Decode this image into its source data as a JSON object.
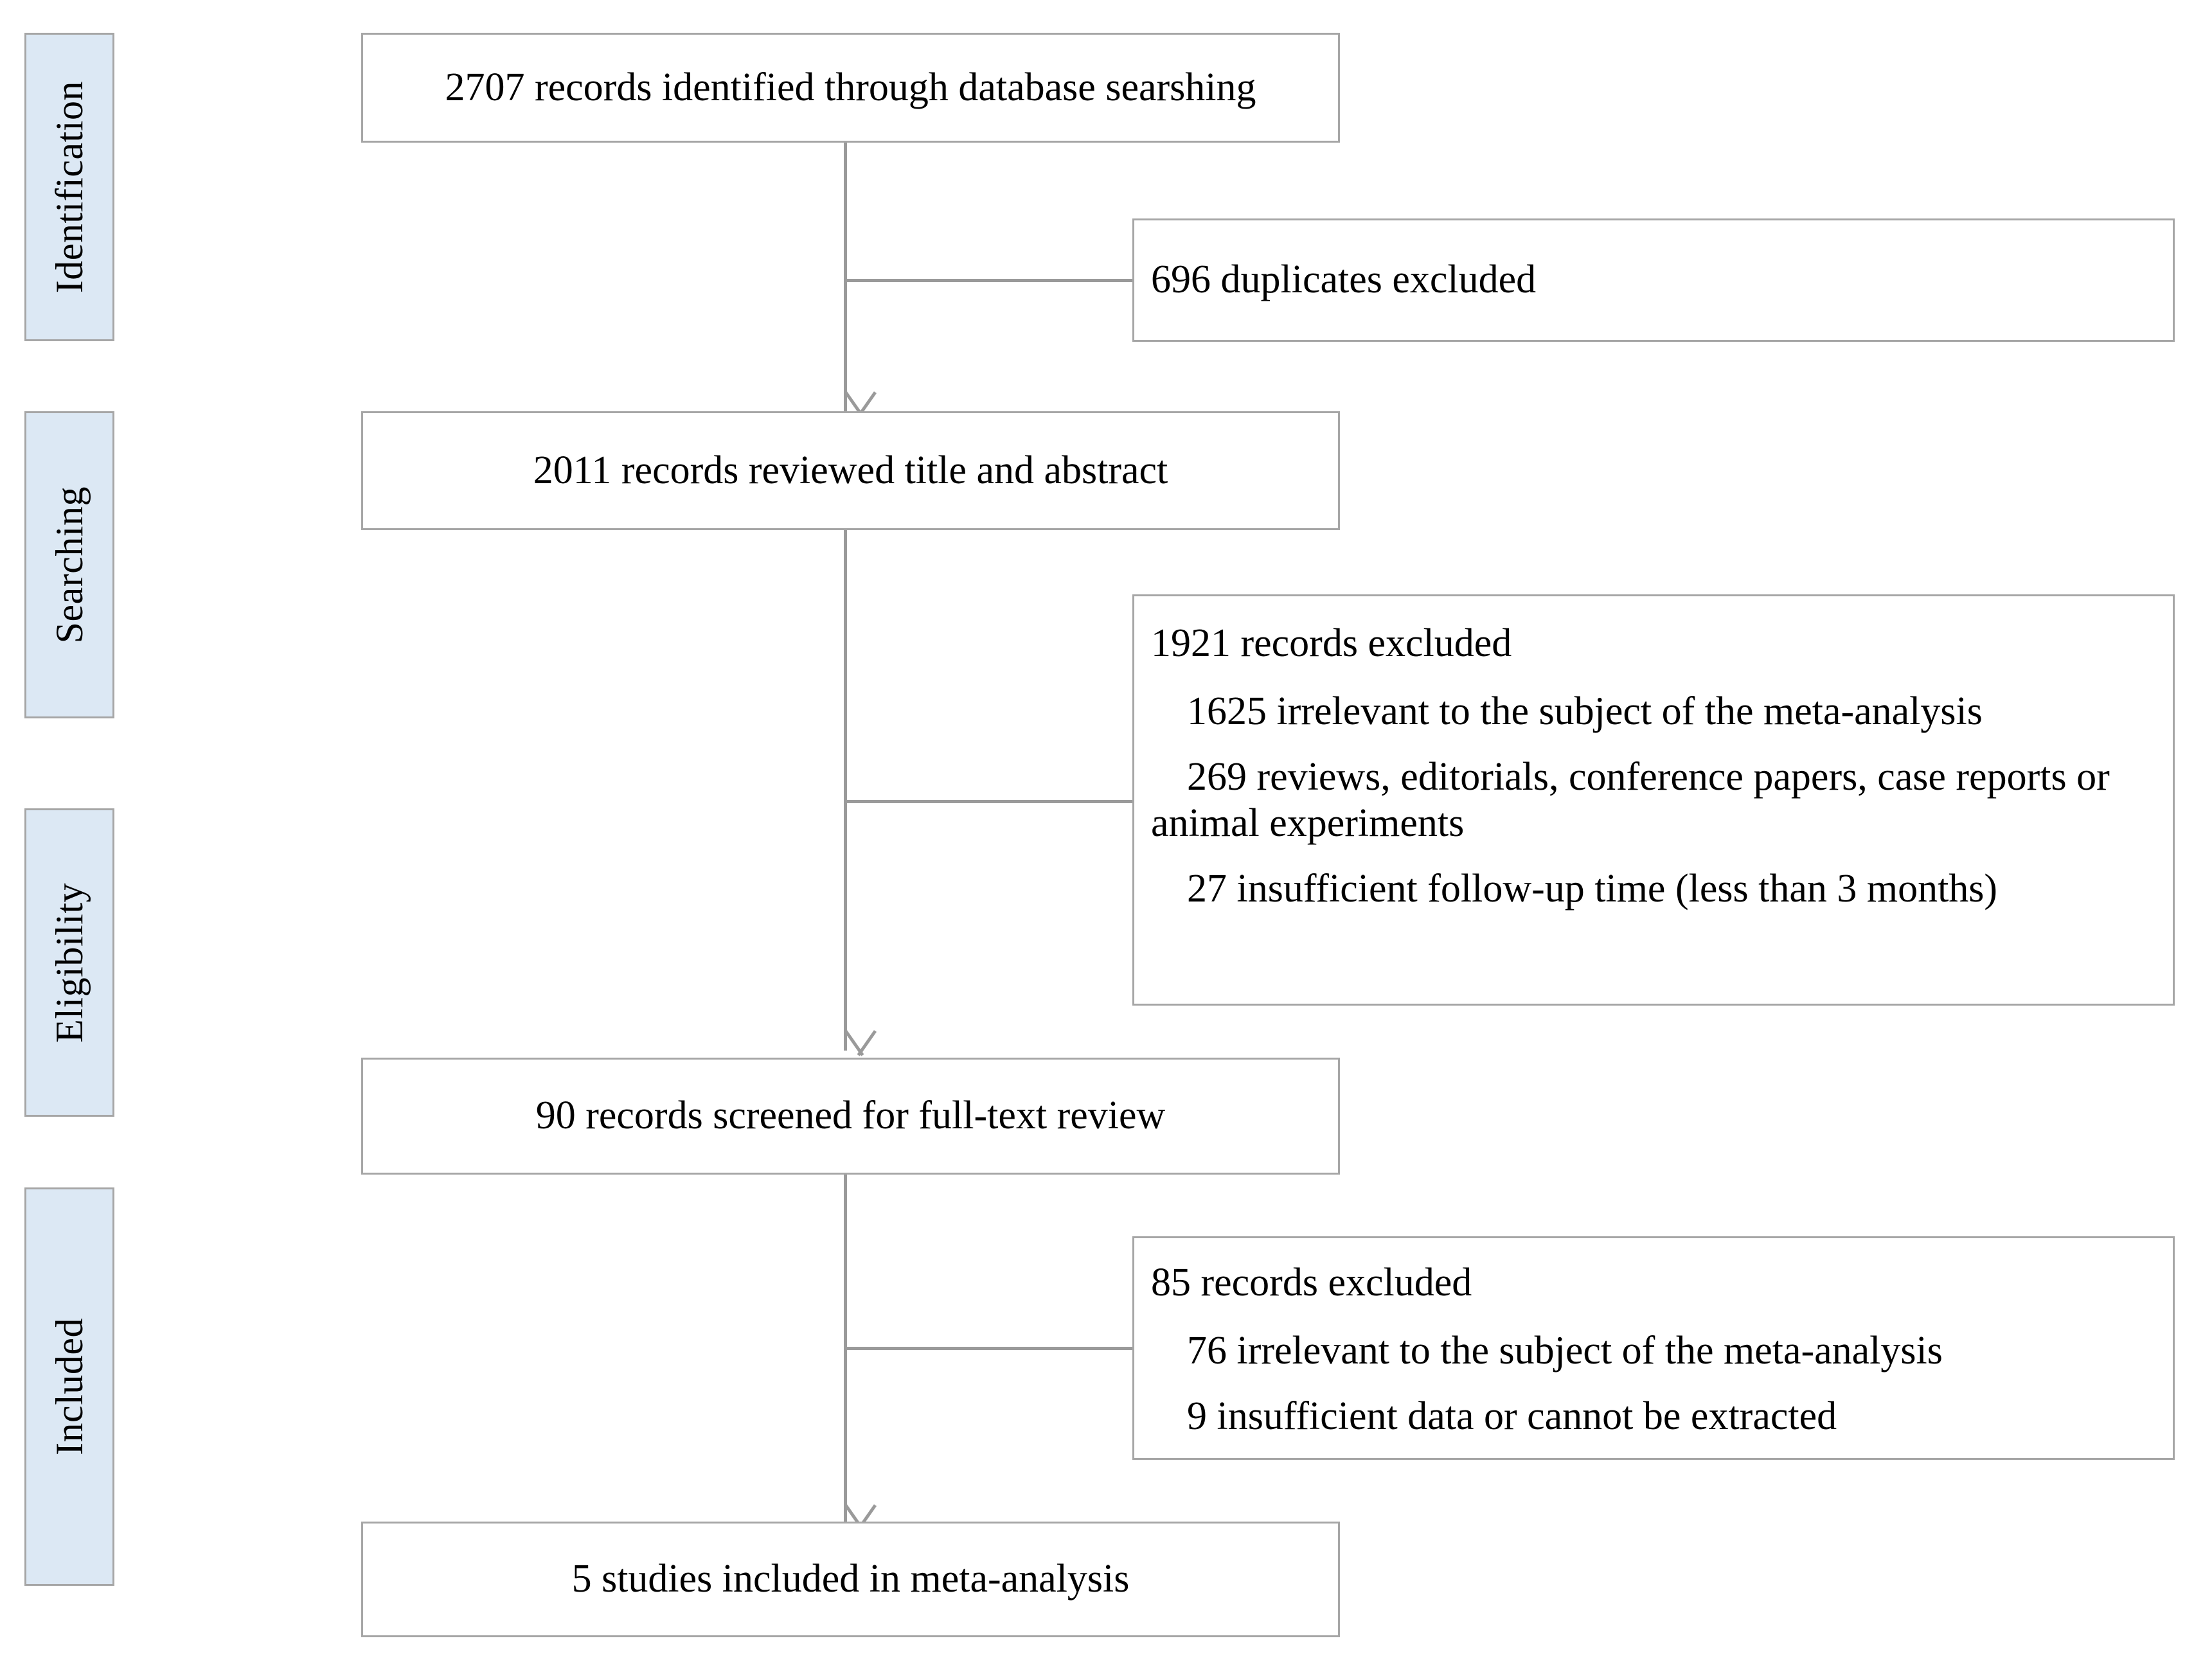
{
  "diagram": {
    "type": "prisma-flow-diagram",
    "colors": {
      "phase_label_fill": "#dce8f4",
      "box_border": "#a6a6a6",
      "connector": "#9a9a9a",
      "box_fill": "#ffffff",
      "text": "#000000"
    },
    "phases": [
      {
        "label": "Identification"
      },
      {
        "label": "Searching"
      },
      {
        "label": "Eligibility"
      },
      {
        "label": "Included"
      }
    ],
    "flow_boxes": [
      {
        "id": "identified",
        "text": "2707 records identified through database searshing"
      },
      {
        "id": "reviewed",
        "text": "2011 records reviewed title and abstract"
      },
      {
        "id": "screened",
        "text": "90 records screened for full-text review"
      },
      {
        "id": "included",
        "text": "5 studies included in meta-analysis"
      }
    ],
    "exclusion_boxes": [
      {
        "id": "duplicates-excluded",
        "head_count": "696",
        "head_emphasis": "duplicates",
        "head_tail": "excluded",
        "head": "696 duplicates excluded",
        "sublines": []
      },
      {
        "id": "title-abstract-excluded",
        "head": "1921 records excluded",
        "sublines": [
          "1625 irrelevant to the subject of the meta-analysis",
          "269 reviews, editorials, conference papers, case reports or animal experiments",
          "27  insufficient follow-up time (less than 3 months)"
        ]
      },
      {
        "id": "fulltext-excluded",
        "head": "85 records excluded",
        "sublines": [
          "76  irrelevant to the subject of the meta-analysis",
          "9 insufficient data or cannot be extracted"
        ]
      }
    ]
  }
}
